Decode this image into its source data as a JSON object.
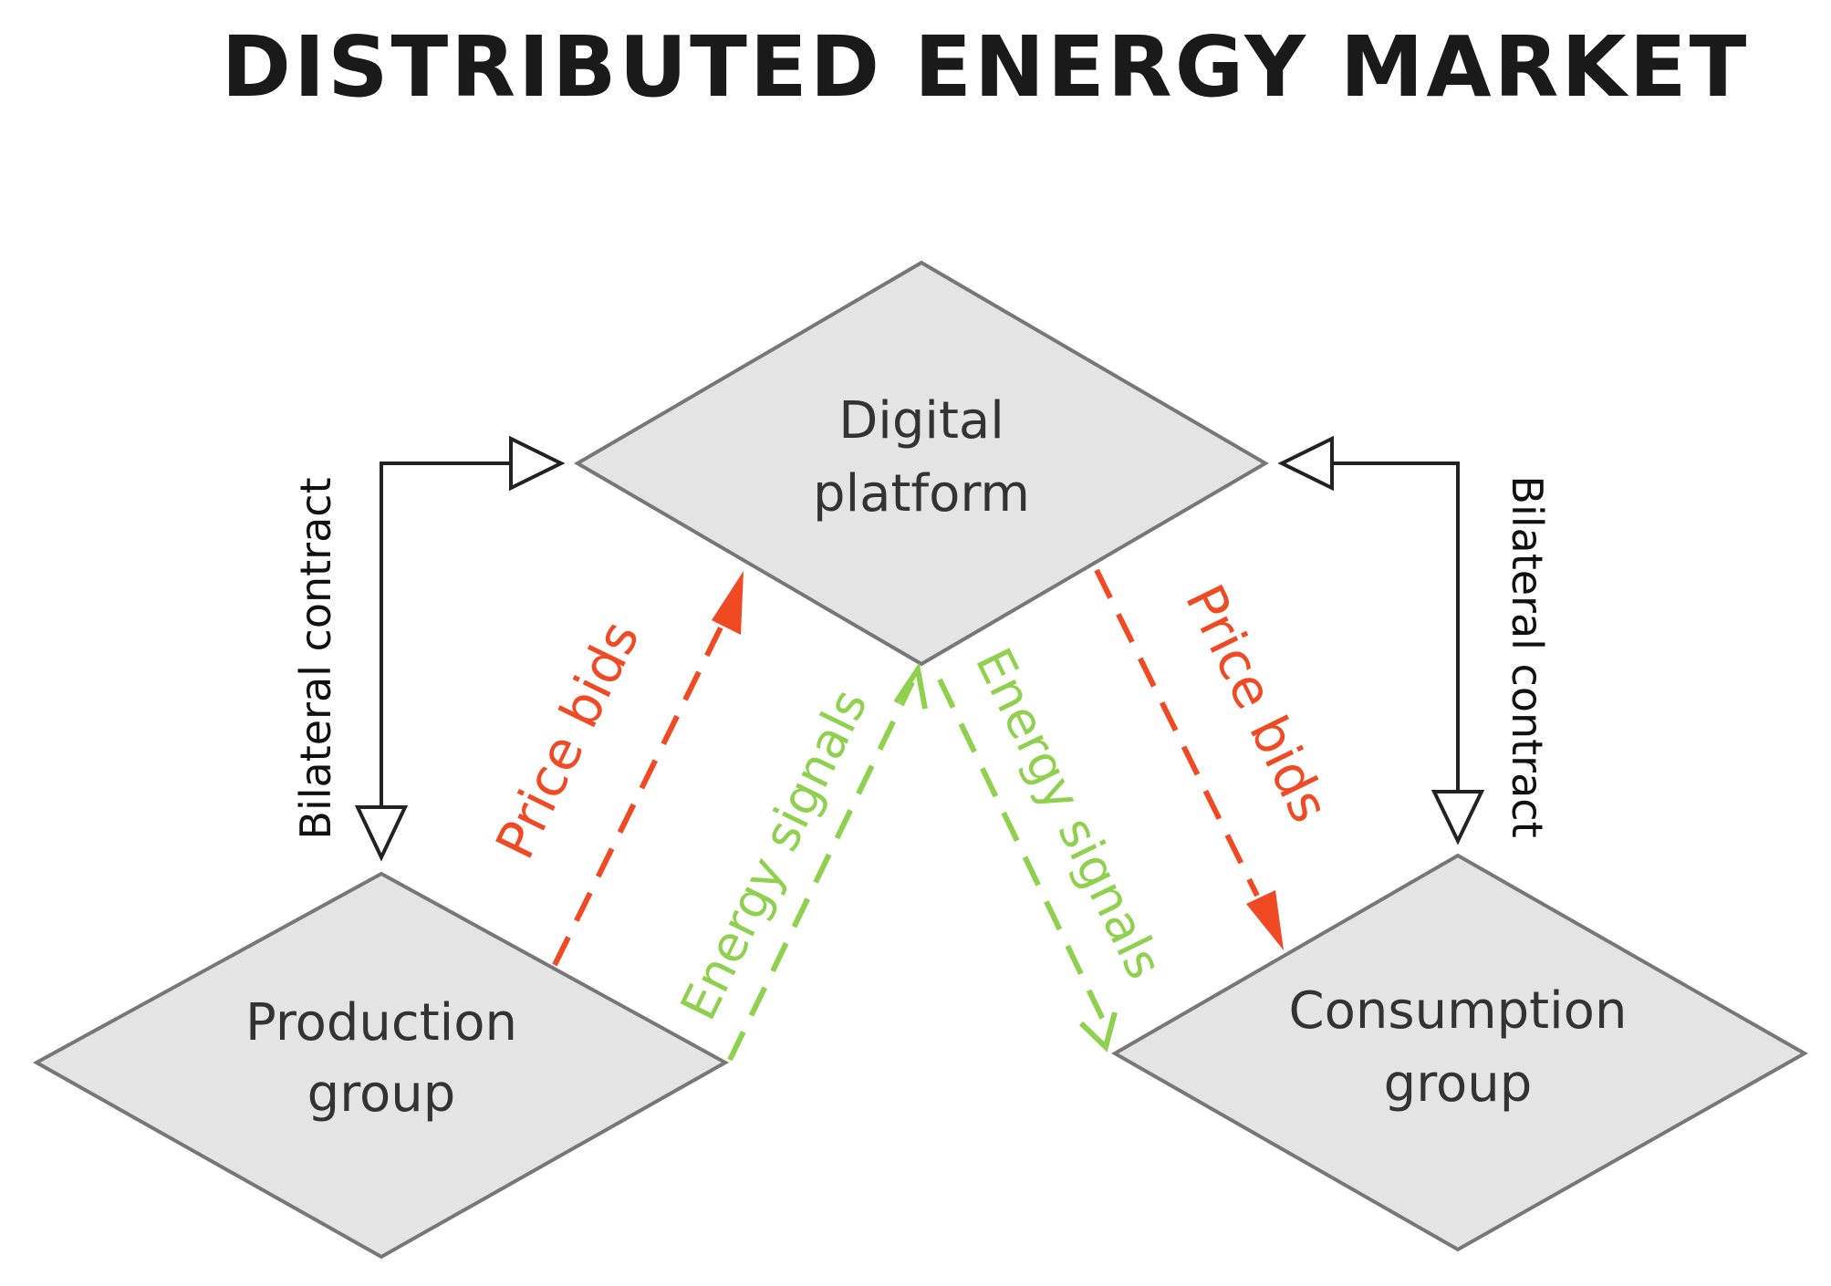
{
  "title": "DISTRIBUTED ENERGY MARKET",
  "nodes": {
    "platform": {
      "line1": "Digital",
      "line2": "platform"
    },
    "production": {
      "line1": "Production",
      "line2": "group"
    },
    "consumption": {
      "line1": "Consumption",
      "line2": "group"
    }
  },
  "edges": {
    "left_contract": "Bilateral contract",
    "right_contract": "Bilateral contract",
    "left_price": "Price bids",
    "right_price": "Price bids",
    "left_energy": "Energy signals",
    "right_energy": "Energy signals"
  },
  "colors": {
    "price": "#f04a25",
    "energy": "#8fd14f",
    "node_fill": "#e4e4e4",
    "node_stroke": "#777777"
  }
}
